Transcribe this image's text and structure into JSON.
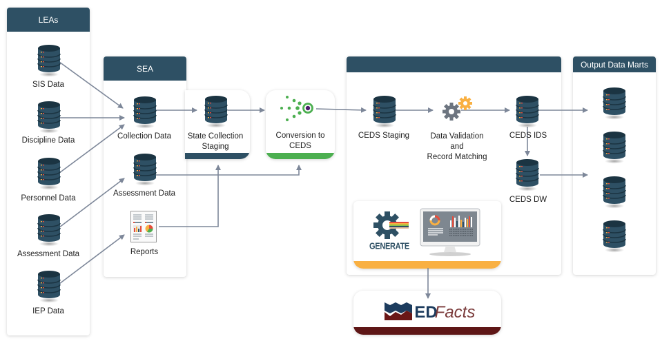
{
  "colors": {
    "header": "#2e5064",
    "db_body": "#2e5064",
    "db_top": "#1b3442",
    "arrow": "#7d8799",
    "green": "#4caf50",
    "purple": "#4a1a6b",
    "orange": "#f9b042",
    "gear_gray": "#6d7580",
    "edfacts_red": "#6a1717",
    "edfacts_blue": "#1d3c5e"
  },
  "panels": {
    "leas": {
      "title": "LEAs",
      "items": [
        "SIS Data",
        "Discipline Data",
        "Personnel Data",
        "Assessment Data",
        "IEP Data"
      ]
    },
    "sea": {
      "title": "SEA",
      "items": [
        "Collection Data",
        "Assessment Data",
        "Reports"
      ]
    },
    "ceds": {
      "title": "",
      "items": [
        "CEDS Staging",
        "Data Validation\nand\nRecord Matching",
        "CEDS IDS",
        "CEDS DW"
      ]
    },
    "output": {
      "title": "Output Data Marts",
      "count": 4
    }
  },
  "cards": {
    "state_staging": {
      "line1": "State Collection",
      "line2": "Staging"
    },
    "conversion": {
      "line1": "Conversion to",
      "line2": "CEDS"
    },
    "generate": {
      "label": "GENERATE"
    },
    "edfacts": {
      "ed": "ED",
      "facts": "Facts"
    }
  },
  "labels": {
    "dv1": "Data Validation",
    "dv2": "and",
    "dv3": "Record Matching"
  }
}
